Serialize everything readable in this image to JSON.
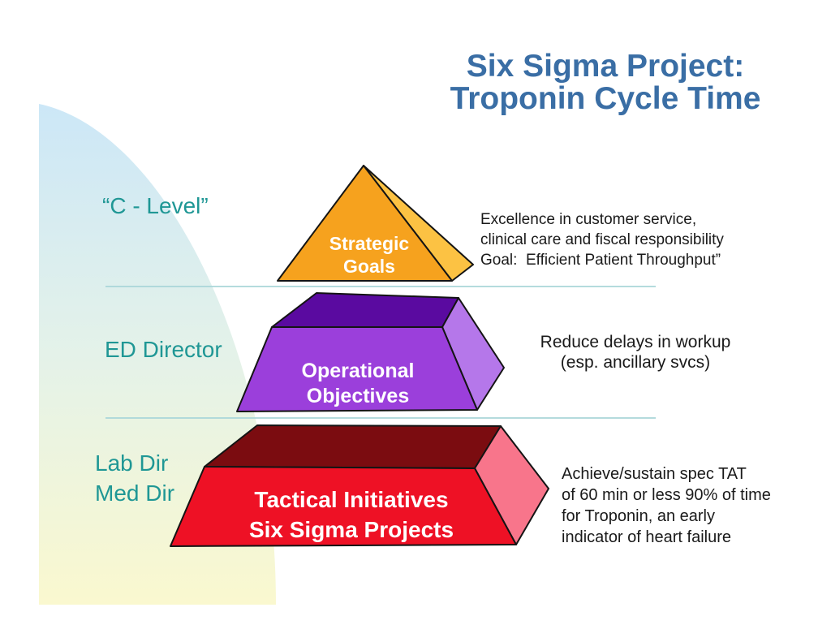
{
  "title": {
    "lines": [
      "Six Sigma Project:",
      "Troponin Cycle Time"
    ],
    "color": "#3A6EA5"
  },
  "background": {
    "shape_gradient": {
      "top": "#CCE7F7",
      "middle": "#E4F2E9",
      "bottom": "#FAF8CF"
    },
    "separator_color": "#A9D6D8"
  },
  "roles": {
    "color": "#1F9795",
    "c_level": "“C - Level”",
    "ed_director": "ED Director",
    "lab_med": {
      "lines": [
        "Lab Dir",
        "Med Dir"
      ]
    }
  },
  "pyramid": {
    "edge_color": "#141414",
    "label_color": "#FFFFFF",
    "levels": [
      {
        "id": "strategic-goals",
        "label": {
          "lines": [
            "Strategic",
            "Goals"
          ]
        },
        "colors": {
          "front": "#F6A21E",
          "side": "#FCC243"
        }
      },
      {
        "id": "operational-objectives",
        "label": {
          "lines": [
            "Operational",
            "Objectives"
          ]
        },
        "colors": {
          "front": "#9B3FDB",
          "side": "#B577EA",
          "top": "#5A0AA0"
        }
      },
      {
        "id": "tactical-initiatives",
        "label": {
          "lines": [
            "Tactical Initiatives",
            "Six Sigma Projects"
          ]
        },
        "colors": {
          "front": "#EE1125",
          "side": "#F8758B",
          "top": "#7B0C10"
        }
      }
    ]
  },
  "annotations": {
    "color": "#1A1A1A",
    "strategic": {
      "lines": [
        "Excellence in customer service,",
        "clinical care and fiscal responsibility",
        "Goal:  Efficient Patient Throughput”"
      ]
    },
    "operational": {
      "lines": [
        "Reduce delays in workup",
        "(esp. ancillary svcs)"
      ]
    },
    "tactical": {
      "lines": [
        "Achieve/sustain spec TAT",
        "of 60 min or less 90% of time",
        "for Troponin, an early",
        "indicator of heart failure"
      ]
    }
  }
}
